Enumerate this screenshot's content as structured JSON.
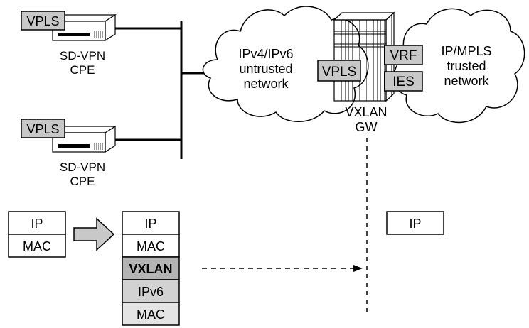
{
  "colors": {
    "tag_fill": "#c8c8c8",
    "vxlan_fill": "#b4b4b4",
    "ipv6_fill": "#d2d2d2",
    "mac_fill": "#e4e4e4",
    "line": "#000000",
    "background": "#ffffff"
  },
  "cpe_top": {
    "tag": "VPLS",
    "label_line1": "SD-VPN",
    "label_line2": "CPE"
  },
  "cpe_bottom": {
    "tag": "VPLS",
    "label_line1": "SD-VPN",
    "label_line2": "CPE"
  },
  "cloud_untrusted": {
    "line1": "IPv4/IPv6",
    "line2": "untrusted",
    "line3": "network"
  },
  "cloud_trusted": {
    "line1": "IP/MPLS",
    "line2": "trusted",
    "line3": "network"
  },
  "gateway": {
    "vpls": "VPLS",
    "vrf": "VRF",
    "ies": "IES",
    "label_line1": "VXLAN",
    "label_line2": "GW"
  },
  "packet_original": [
    "IP",
    "MAC"
  ],
  "packet_encapsulated": [
    "IP",
    "MAC",
    "VXLAN",
    "IPv6",
    "MAC"
  ],
  "packet_output": [
    "IP"
  ],
  "icons": {
    "cpe": "router-device-icon",
    "gateway": "gateway-router-icon",
    "cloud": "cloud-icon",
    "encap_arrow": "block-arrow-right-icon"
  }
}
